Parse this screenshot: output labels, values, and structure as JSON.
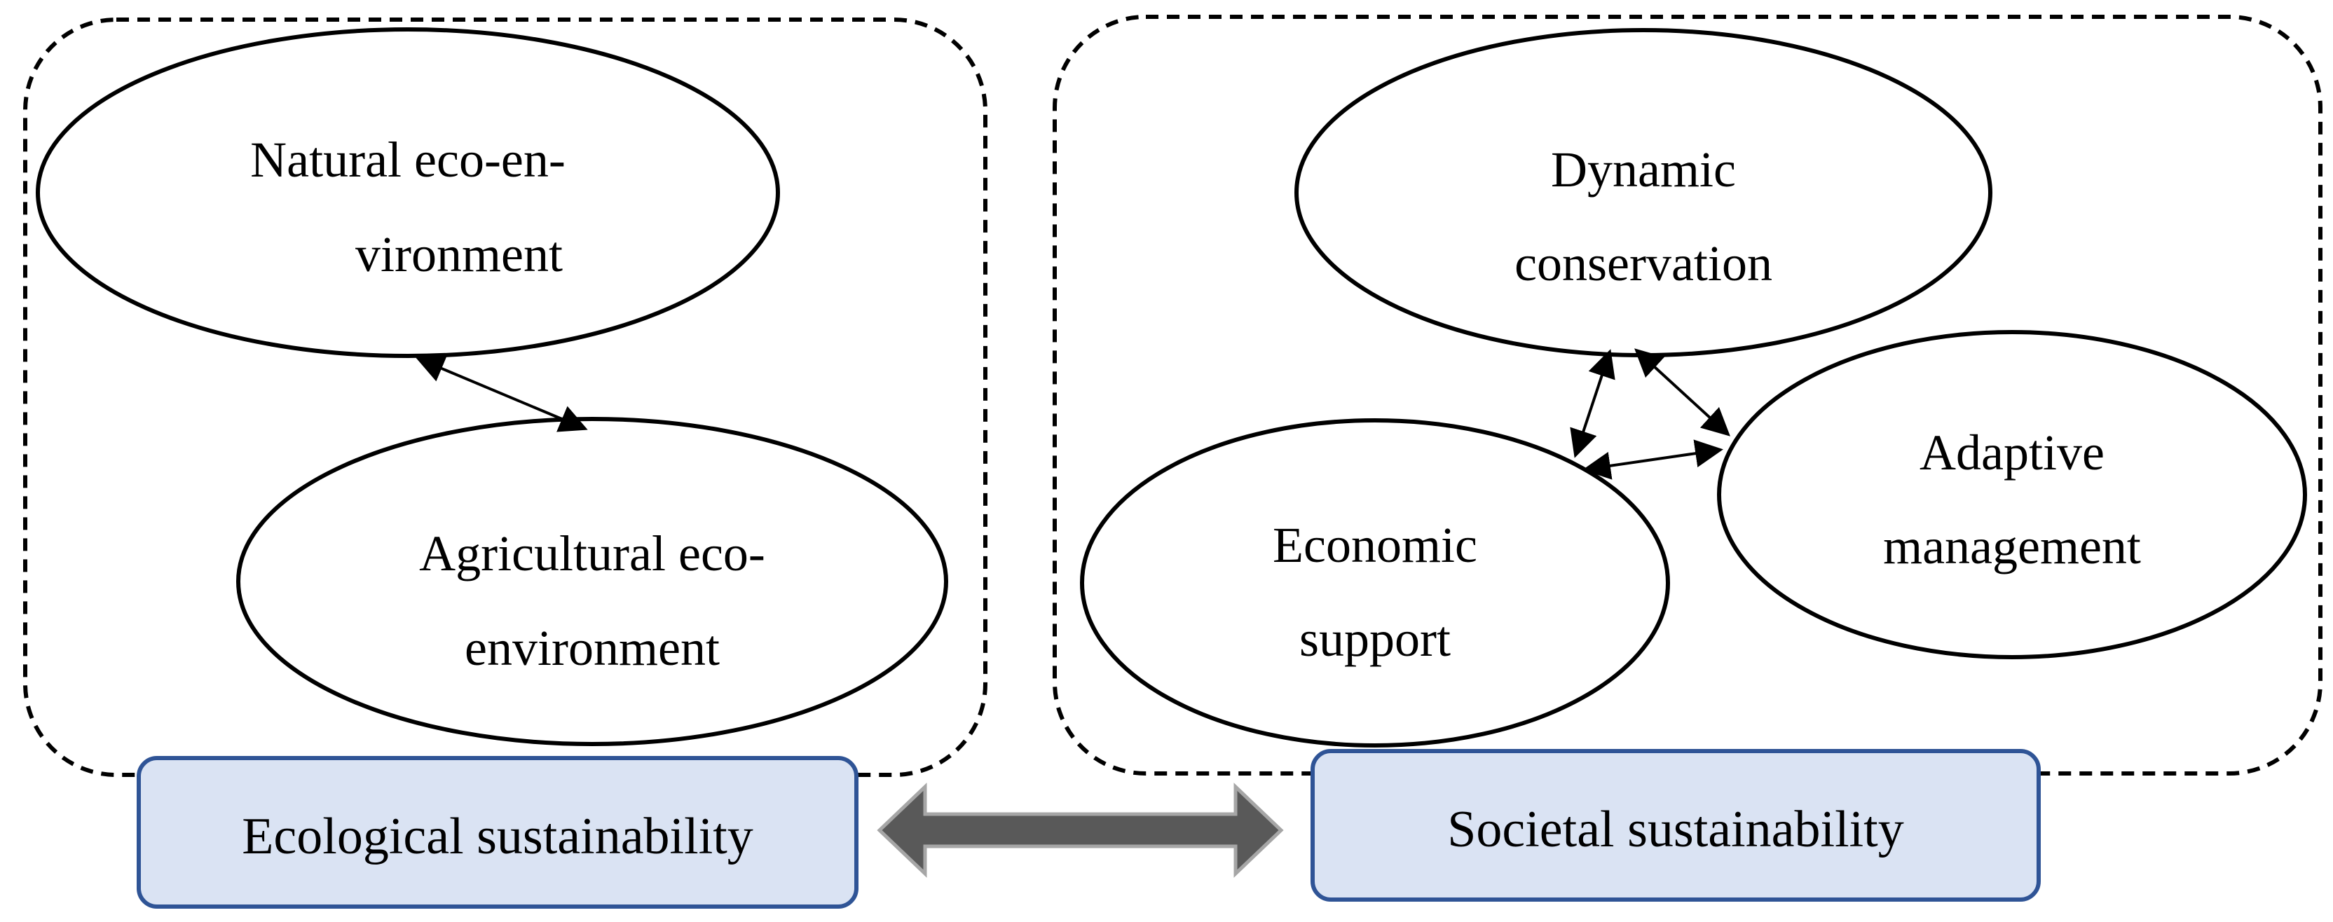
{
  "colors": {
    "label_box_fill": "#dae3f3",
    "label_box_border": "#2f5496",
    "big_arrow_fill": "#595959",
    "big_arrow_edge": "#a6a6a6"
  },
  "groups": {
    "ecological": {
      "label": "Ecological sustainability",
      "nodes": {
        "natural": {
          "line1": "Natural eco-en-",
          "line2": "vironment"
        },
        "agricultural": {
          "line1": "Agricultural eco-",
          "line2": "environment"
        }
      }
    },
    "societal": {
      "label": "Societal sustainability",
      "nodes": {
        "dynamic": {
          "line1": "Dynamic",
          "line2": "conservation"
        },
        "adaptive": {
          "line1": "Adaptive",
          "line2": "management"
        },
        "economic": {
          "line1": "Economic",
          "line2": "support"
        }
      }
    }
  },
  "links": [
    {
      "from": "natural",
      "to": "agricultural",
      "direction": "both"
    },
    {
      "from": "dynamic",
      "to": "economic",
      "direction": "both"
    },
    {
      "from": "dynamic",
      "to": "adaptive",
      "direction": "both"
    },
    {
      "from": "economic",
      "to": "adaptive",
      "direction": "both"
    },
    {
      "from": "ecological",
      "to": "societal",
      "direction": "both"
    }
  ]
}
